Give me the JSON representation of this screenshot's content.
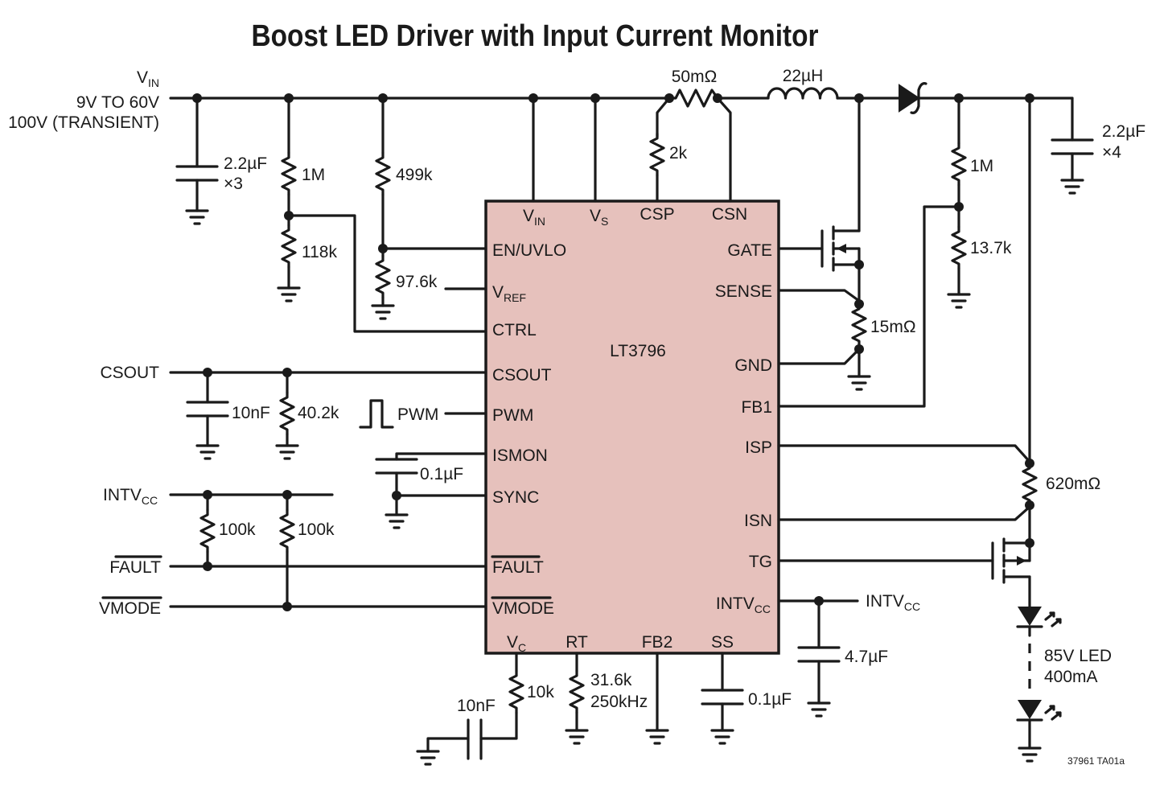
{
  "title": "Boost LED Driver with Input Current Monitor",
  "ic": {
    "name": "LT3796",
    "fill": "#e6c1bc",
    "pins": {
      "vin": "V",
      "vin_sub": "IN",
      "vs": "V",
      "vs_sub": "S",
      "csp": "CSP",
      "csn": "CSN",
      "en_uvlo": "EN/UVLO",
      "vref": "V",
      "vref_sub": "REF",
      "ctrl": "CTRL",
      "csout": "CSOUT",
      "pwm": "PWM",
      "ismon": "ISMON",
      "sync": "SYNC",
      "fault": "FAULT",
      "vmode": "VMODE",
      "gate": "GATE",
      "sense": "SENSE",
      "gnd": "GND",
      "fb1": "FB1",
      "isp": "ISP",
      "isn": "ISN",
      "tg": "TG",
      "intvcc": "INTV",
      "intvcc_sub": "CC",
      "vc": "V",
      "vc_sub": "C",
      "rt": "RT",
      "fb2": "FB2",
      "ss": "SS"
    }
  },
  "labels": {
    "vin": "V",
    "vin_sub": "IN",
    "vin_range": "9V TO 60V",
    "vin_transient": "100V (TRANSIENT)",
    "csout": "CSOUT",
    "intvcc_left": "INTV",
    "intvcc_left_sub": "CC",
    "fault": "FAULT",
    "vmode": "VMODE",
    "pwm": "PWM",
    "intvcc_right": "INTV",
    "intvcc_right_sub": "CC",
    "led_v": "85V LED",
    "led_i": "400mA",
    "fig_id": "37961 TA01a"
  },
  "components": {
    "c_in": "2.2µF",
    "c_in_mult": "×3",
    "r_1m_left": "1M",
    "r_118k": "118k",
    "r_499k": "499k",
    "r_97_6k": "97.6k",
    "r_sense_in": "50mΩ",
    "r_2k": "2k",
    "l1": "22µH",
    "r_1m_right": "1M",
    "r_13_7k": "13.7k",
    "c_out": "2.2µF",
    "c_out_mult": "×4",
    "r_sense_sw": "15mΩ",
    "c_csout": "10nF",
    "r_csout": "40.2k",
    "c_ismon": "0.1µF",
    "r_100k_a": "100k",
    "r_100k_b": "100k",
    "r_led": "620mΩ",
    "c_intvcc": "4.7µF",
    "r_vc": "10k",
    "c_vc": "10nF",
    "r_rt": "31.6k",
    "f_rt": "250kHz",
    "c_ss": "0.1µF"
  }
}
